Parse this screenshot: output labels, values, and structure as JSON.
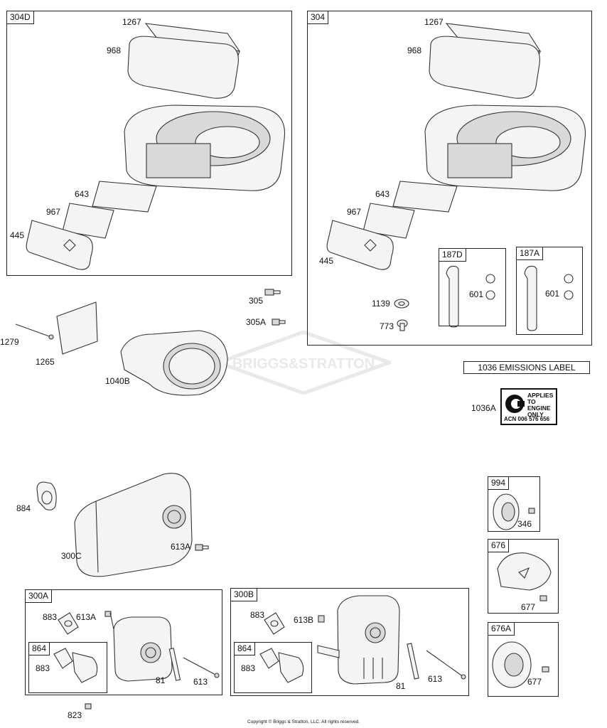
{
  "boxes": {
    "b304D": "304D",
    "b304": "304",
    "b187D": "187D",
    "b187A": "187A",
    "b994": "994",
    "b676": "676",
    "b676A": "676A",
    "b300A": "300A",
    "b300B": "300B",
    "b864a": "864",
    "b864b": "864"
  },
  "labels": {
    "l1267a": "1267",
    "l968a": "968",
    "l643a": "643",
    "l967a": "967",
    "l445a": "445",
    "l1267b": "1267",
    "l968b": "968",
    "l643b": "643",
    "l967b": "967",
    "l445b": "445",
    "l601a": "601",
    "l601b": "601",
    "l1139": "1139",
    "l773": "773",
    "l305": "305",
    "l305A": "305A",
    "l1279": "1279",
    "l1265": "1265",
    "l1040B": "1040B",
    "l1036A": "1036A",
    "l884": "884",
    "l300C": "300C",
    "l613A": "613A",
    "l346": "346",
    "l677a": "677",
    "l677b": "677",
    "l883a": "883",
    "l613Aa": "613A",
    "l883b": "883",
    "l81a": "81",
    "l613a": "613",
    "l883c": "883",
    "l613B": "613B",
    "l883d": "883",
    "l81b": "81",
    "l613b": "613",
    "l823": "823"
  },
  "emissions": {
    "title": "1036 EMISSIONS LABEL",
    "line1": "APPLIES",
    "line2": "TO",
    "line3": "ENGINE",
    "line4": "ONLY",
    "acn": "ACN 006 576 656"
  },
  "watermark": "BRIGGS&STRATTON",
  "copyright": "Copyright © Briggs & Stratton, LLC. All rights reserved."
}
